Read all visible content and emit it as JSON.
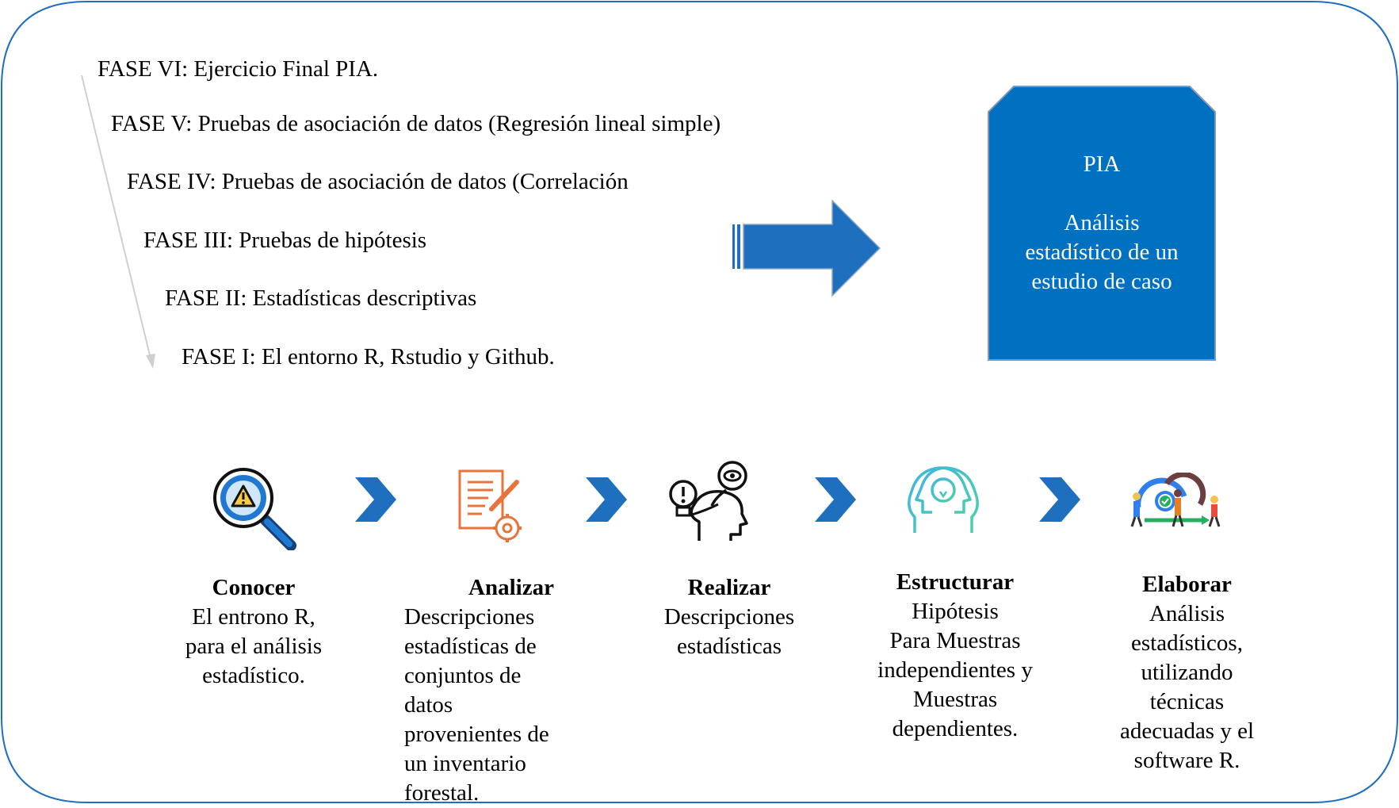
{
  "phases": [
    "FASE VI: Ejercicio Final PIA.",
    "FASE V: Pruebas de asociación de datos (Regresión lineal simple)",
    "FASE IV: Pruebas de asociación de datos (Correlación",
    "FASE III: Pruebas de hipótesis",
    "FASE II: Estadísticas descriptivas",
    "FASE I: El entorno R, Rstudio y Github."
  ],
  "pia": {
    "title": "PIA",
    "description": "Análisis estadístico de un estudio de caso"
  },
  "steps": [
    {
      "title": "Conocer",
      "description": "El entrono R,\npara el análisis\nestadístico.",
      "icon": "magnifier-warning-icon"
    },
    {
      "title": "Analizar",
      "description": "Descripciones\nestadísticas de\nconjuntos de\ndatos\nprovenientes de\nun inventario\nforestal.",
      "icon": "document-pencil-gear-icon"
    },
    {
      "title": "Realizar",
      "description": "Descripciones\nestadísticas",
      "icon": "head-eye-thinking-icon"
    },
    {
      "title": "Estructurar",
      "description": "Hipótesis\nPara Muestras\nindependientes y\nMuestras\ndependientes.",
      "icon": "heads-lightbulb-icon"
    },
    {
      "title": "Elaborar",
      "description": "Análisis\nestadísticos,\nutilizando\ntécnicas\nadecuadas y el\nsoftware R.",
      "icon": "team-process-cycle-icon"
    }
  ],
  "colors": {
    "frame": "#1f6fbf",
    "pia_fill": "#0070c0",
    "pia_border": "#8497b0",
    "arrow": "#1f6fbf",
    "chevron": "#1f6fbf",
    "timeline_line": "#cfcfcf"
  }
}
